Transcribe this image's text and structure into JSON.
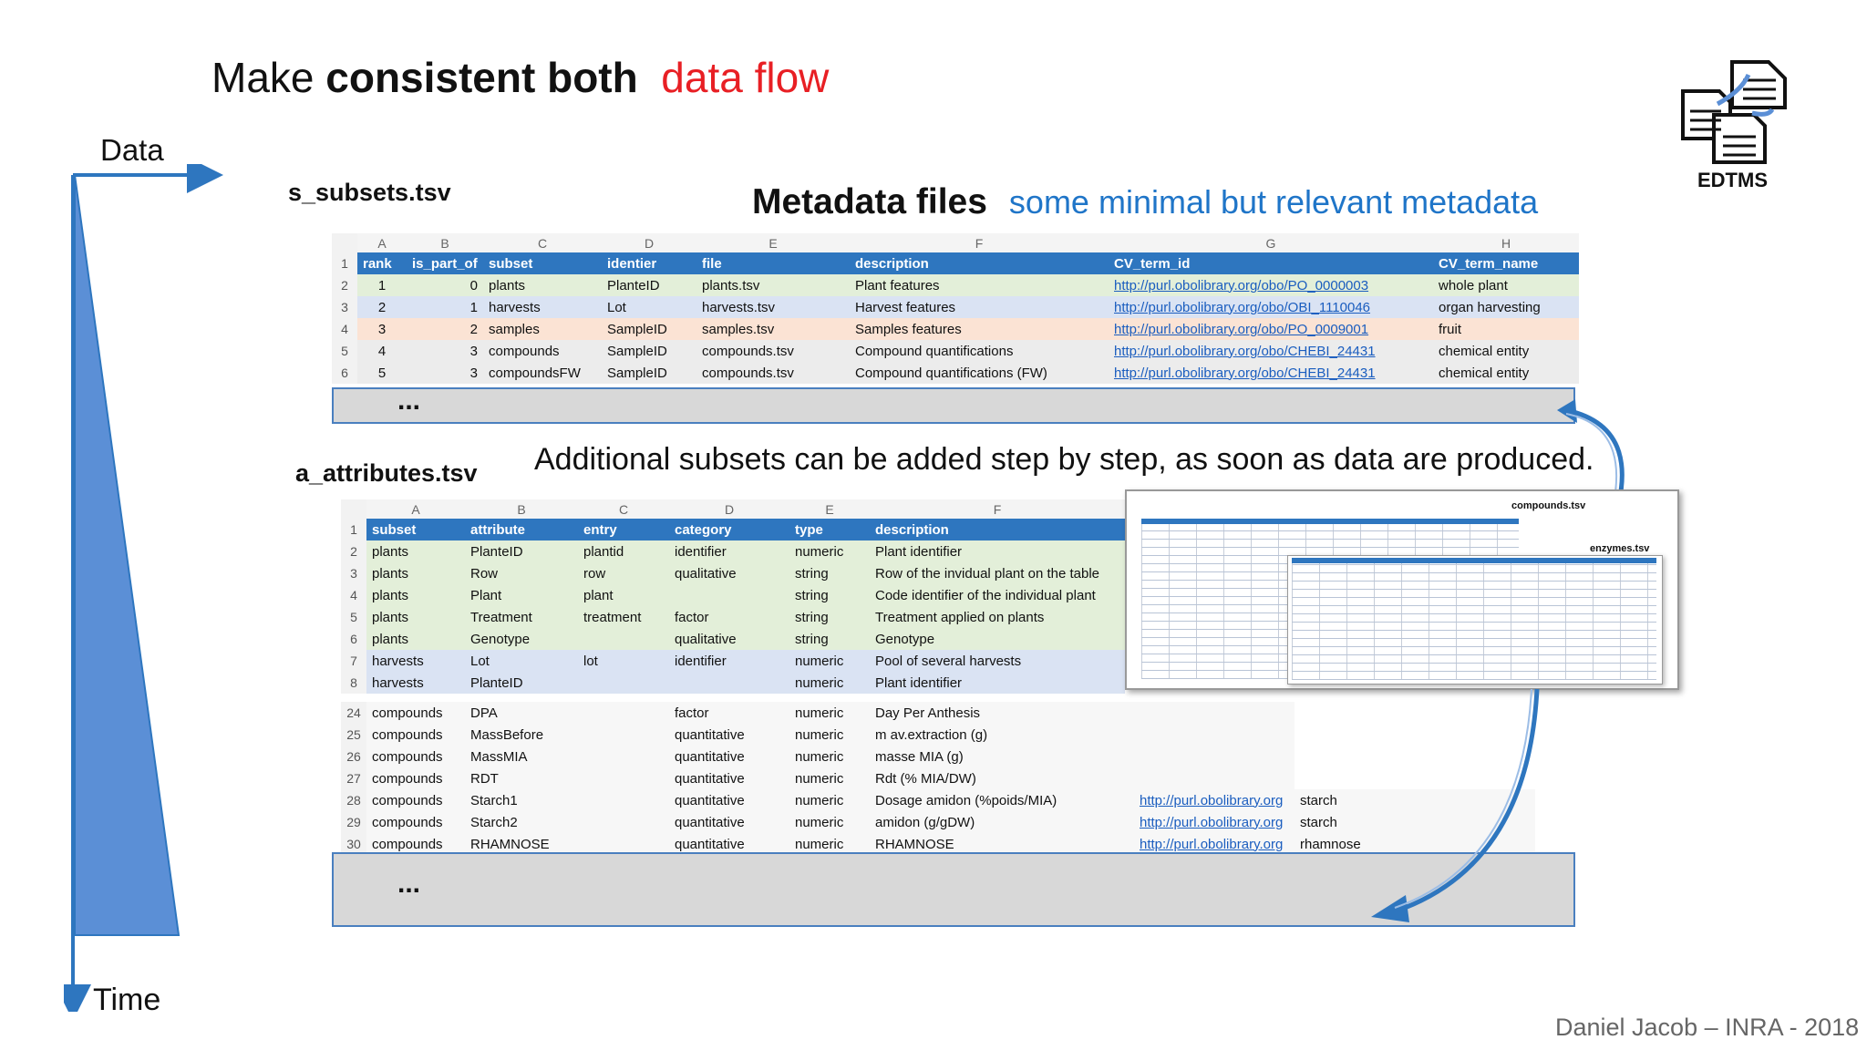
{
  "title": {
    "part1": "Make ",
    "part2": "consistent  both",
    "part3": "data flow"
  },
  "axis": {
    "data_label": "Data",
    "time_label": "Time"
  },
  "footer": "Daniel Jacob – INRA - 2018",
  "edtms_label": "EDTMS",
  "subsets": {
    "filename": "s_subsets.tsv",
    "heading_bold": "Metadata files",
    "heading_sub": "some minimal but relevant metadata",
    "col_letters": [
      "A",
      "B",
      "C",
      "D",
      "E",
      "F",
      "G",
      "H"
    ],
    "headers": [
      "rank",
      "is_part_of",
      "subset",
      "identier",
      "file",
      "description",
      "CV_term_id",
      "CV_term_name"
    ],
    "rows": [
      {
        "n": "2",
        "cells": [
          "1",
          "0",
          "plants",
          "PlanteID",
          "plants.tsv",
          "Plant features",
          "http://purl.obolibrary.org/obo/PO_0000003",
          "whole plant"
        ]
      },
      {
        "n": "3",
        "cells": [
          "2",
          "1",
          "harvests",
          "Lot",
          "harvests.tsv",
          "Harvest features",
          "http://purl.obolibrary.org/obo/OBI_1110046",
          "organ harvesting"
        ]
      },
      {
        "n": "4",
        "cells": [
          "3",
          "2",
          "samples",
          "SampleID",
          "samples.tsv",
          "Samples features",
          "http://purl.obolibrary.org/obo/PO_0009001",
          "fruit"
        ]
      },
      {
        "n": "5",
        "cells": [
          "4",
          "3",
          "compounds",
          "SampleID",
          "compounds.tsv",
          "Compound quantifications",
          "http://purl.obolibrary.org/obo/CHEBI_24431",
          "chemical entity"
        ]
      },
      {
        "n": "6",
        "cells": [
          "5",
          "3",
          "compoundsFW",
          "SampleID",
          "compounds.tsv",
          "Compound quantifications (FW)",
          "http://purl.obolibrary.org/obo/CHEBI_24431",
          "chemical entity"
        ]
      }
    ],
    "ellipsis": "..."
  },
  "additional_note": "Additional subsets can be added step by step, as soon as data are produced.",
  "attributes": {
    "filename": "a_attributes.tsv",
    "col_letters": [
      "A",
      "B",
      "C",
      "D",
      "E",
      "F"
    ],
    "headers": [
      "subset",
      "attribute",
      "entry",
      "category",
      "type",
      "description"
    ],
    "rows_top": [
      {
        "n": "2",
        "cells": [
          "plants",
          "PlanteID",
          "plantid",
          "identifier",
          "numeric",
          "Plant identifier"
        ]
      },
      {
        "n": "3",
        "cells": [
          "plants",
          "Row",
          "row",
          "qualitative",
          "string",
          "Row of the invidual plant on the table"
        ]
      },
      {
        "n": "4",
        "cells": [
          "plants",
          "Plant",
          "plant",
          "",
          "string",
          "Code identifier of the individual plant"
        ]
      },
      {
        "n": "5",
        "cells": [
          "plants",
          "Treatment",
          "treatment",
          "factor",
          "string",
          "Treatment applied on plants"
        ]
      },
      {
        "n": "6",
        "cells": [
          "plants",
          "Genotype",
          "",
          "qualitative",
          "string",
          "Genotype"
        ]
      },
      {
        "n": "7",
        "cells": [
          "harvests",
          "Lot",
          "lot",
          "identifier",
          "numeric",
          "Pool of several harvests"
        ]
      },
      {
        "n": "8",
        "cells": [
          "harvests",
          "PlanteID",
          "",
          "",
          "numeric",
          "Plant identifier"
        ]
      }
    ],
    "rows_bottom": [
      {
        "n": "24",
        "cells": [
          "compounds",
          "DPA",
          "",
          "factor",
          "numeric",
          "Day Per Anthesis",
          ""
        ]
      },
      {
        "n": "25",
        "cells": [
          "compounds",
          "MassBefore",
          "",
          "quantitative",
          "numeric",
          "m av.extraction  (g)",
          ""
        ]
      },
      {
        "n": "26",
        "cells": [
          "compounds",
          "MassMIA",
          "",
          "quantitative",
          "numeric",
          "masse MIA (g)",
          ""
        ]
      },
      {
        "n": "27",
        "cells": [
          "compounds",
          "RDT",
          "",
          "quantitative",
          "numeric",
          "Rdt (% MIA/DW)",
          ""
        ]
      },
      {
        "n": "28",
        "cells": [
          "compounds",
          "Starch1",
          "",
          "quantitative",
          "numeric",
          "Dosage amidon (%poids/MIA)",
          "http://purl.obolibrary.org",
          "starch"
        ]
      },
      {
        "n": "29",
        "cells": [
          "compounds",
          "Starch2",
          "",
          "quantitative",
          "numeric",
          "amidon (g/gDW)",
          "http://purl.obolibrary.org",
          "starch"
        ]
      },
      {
        "n": "30",
        "cells": [
          "compounds",
          "RHAMNOSE",
          "",
          "quantitative",
          "numeric",
          "RHAMNOSE",
          "http://purl.obolibrary.org",
          "rhamnose"
        ]
      }
    ],
    "ellipsis": "..."
  },
  "thumbnails": {
    "compounds_label": "compounds.tsv",
    "enzymes_label": "enzymes.tsv"
  },
  "colors": {
    "accent": "#2e76bf",
    "title_red": "#e81f24",
    "subtitle_blue": "#1f75c8"
  }
}
